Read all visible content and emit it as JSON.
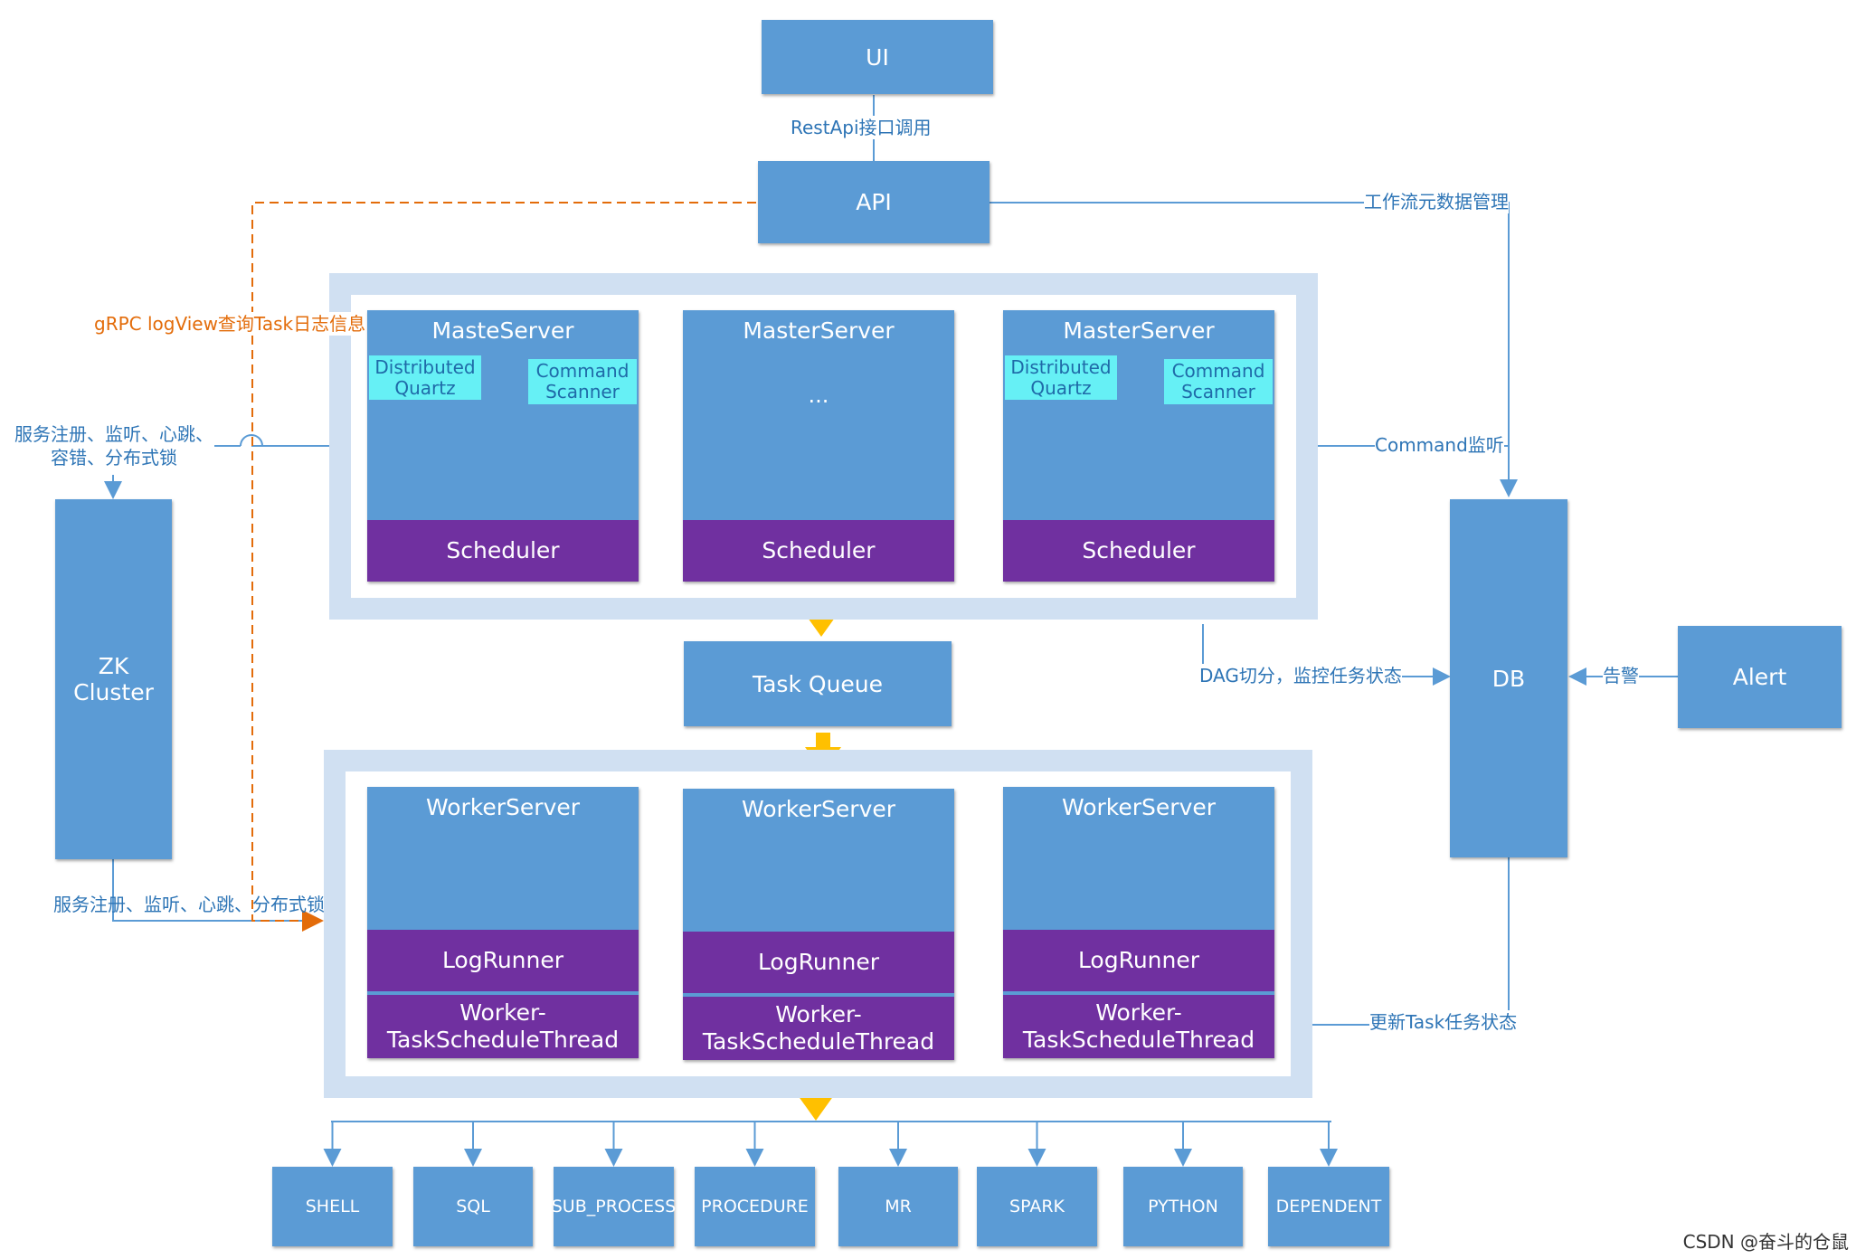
{
  "nodes": {
    "ui": "UI",
    "api": "API",
    "task_queue": "Task Queue",
    "zk": "ZK Cluster",
    "db": "DB",
    "alert": "Alert"
  },
  "masters": [
    {
      "title": "MasteServer",
      "quartz": "Distributed\nQuartz",
      "scanner": "Command\nScanner",
      "scheduler": "Scheduler"
    },
    {
      "title": "MasterServer",
      "ellipsis": "...",
      "scheduler": "Scheduler"
    },
    {
      "title": "MasterServer",
      "quartz": "Distributed\nQuartz",
      "scanner": "Command\nScanner",
      "scheduler": "Scheduler"
    }
  ],
  "workers": [
    {
      "title": "WorkerServer",
      "logrunner": "LogRunner",
      "thread": "Worker-\nTaskScheduleThread"
    },
    {
      "title": "WorkerServer",
      "logrunner": "LogRunner",
      "thread": "Worker-\nTaskScheduleThread"
    },
    {
      "title": "WorkerServer",
      "logrunner": "LogRunner",
      "thread": "Worker-\nTaskScheduleThread"
    }
  ],
  "plugins": [
    "SHELL",
    "SQL",
    "SUB_PROCESS",
    "PROCEDURE",
    "MR",
    "SPARK",
    "PYTHON",
    "DEPENDENT"
  ],
  "labels": {
    "restapi": "RestApi接口调用",
    "grpc": "gRPC logView查询Task日志信息",
    "workflow_meta": "工作流元数据管理",
    "zk_master": "服务注册、监听、心跳、\n容错、分布式锁",
    "zk_worker": "服务注册、监听、心跳、分布式锁",
    "command_listen": "Command监听",
    "dag_split": "DAG切分，监控任务状态",
    "alarm": "告警",
    "update_task": "更新Task任务状态"
  },
  "watermark": "CSDN @奋斗的仓鼠",
  "colors": {
    "box_blue": "#5b9bd5",
    "purple": "#7030a0",
    "cyan": "#66f0f5",
    "panel": "#d0e0f2",
    "yellow_arrow": "#ffc000",
    "orange": "#e36c0a",
    "line_blue": "#5b9bd5",
    "label_blue": "#2e75b6"
  }
}
